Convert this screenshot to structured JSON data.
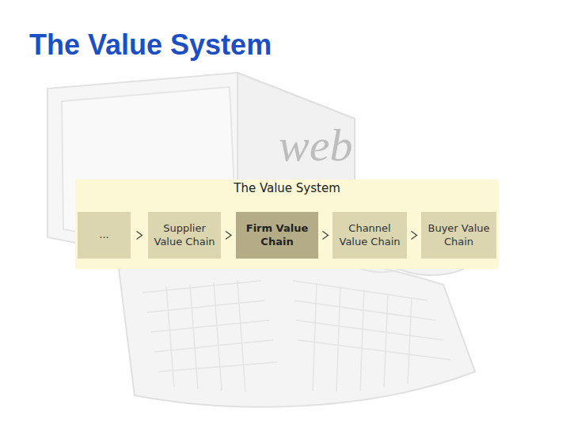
{
  "diagram": {
    "title": "The Value System",
    "nodes": [
      {
        "text": [
          "The Value System"
        ]
      },
      {
        "text": [
          "..."
        ],
        "in": 0
      },
      {
        "text": [
          "Supplier Value Chain"
        ],
        "in": 0
      },
      {
        "text": [
          "Firm Value Chain"
        ],
        "in": 0
      },
      {
        "text": [
          "Channel Value Chain"
        ],
        "in": 0
      },
      {
        "text": [
          "Buyer Value Chain"
        ],
        "in": 0
      }
    ],
    "edges": [
      {
        "from": 1,
        "to": 2,
        "arrow": "to"
      },
      {
        "from": 2,
        "to": 3,
        "arrow": "to"
      },
      {
        "from": 3,
        "to": 4,
        "arrow": "to"
      },
      {
        "from": 4,
        "to": 5,
        "arrow": "to"
      }
    ],
    "labels": [
      "web"
    ]
  }
}
